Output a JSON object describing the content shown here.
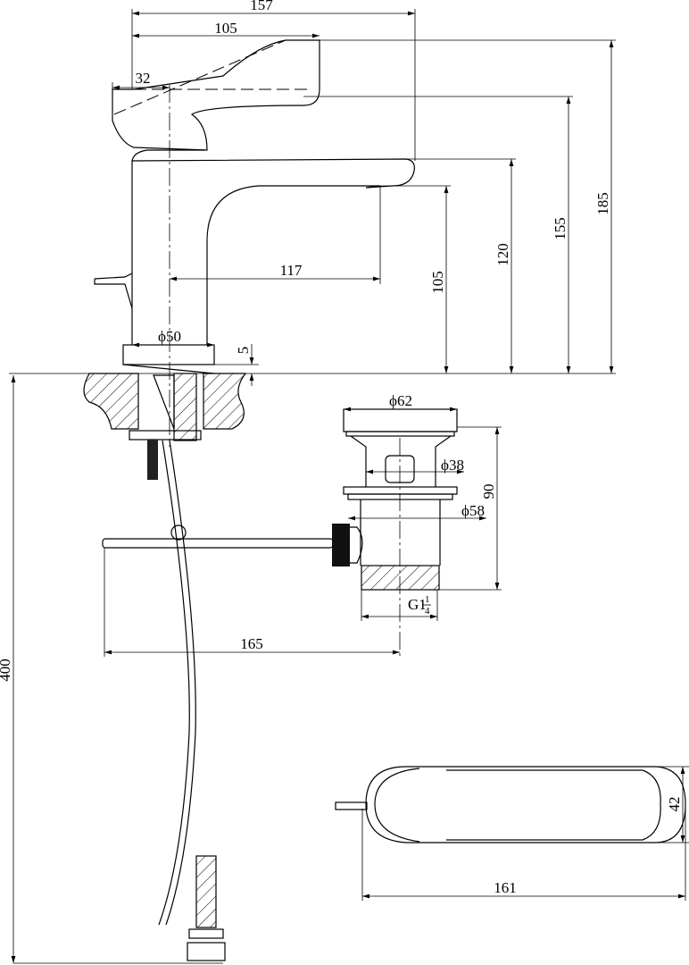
{
  "dimensions": {
    "total_length": "157",
    "handle_reach": "105",
    "handle_offset": "32",
    "spout_reach": "117",
    "spout_height": "105",
    "body_height": "120",
    "handle_height": "155",
    "total_height": "185",
    "base_diameter": "ϕ50",
    "base_height": "5",
    "hose_length": "400",
    "drain_cap_diameter": "ϕ62",
    "drain_inner_diameter": "ϕ38",
    "drain_flange_diameter": "ϕ58",
    "drain_height": "90",
    "thread_size": "G1",
    "thread_fraction_num": "1",
    "thread_fraction_den": "4",
    "rod_length": "165",
    "top_width": "42",
    "top_length": "161"
  }
}
